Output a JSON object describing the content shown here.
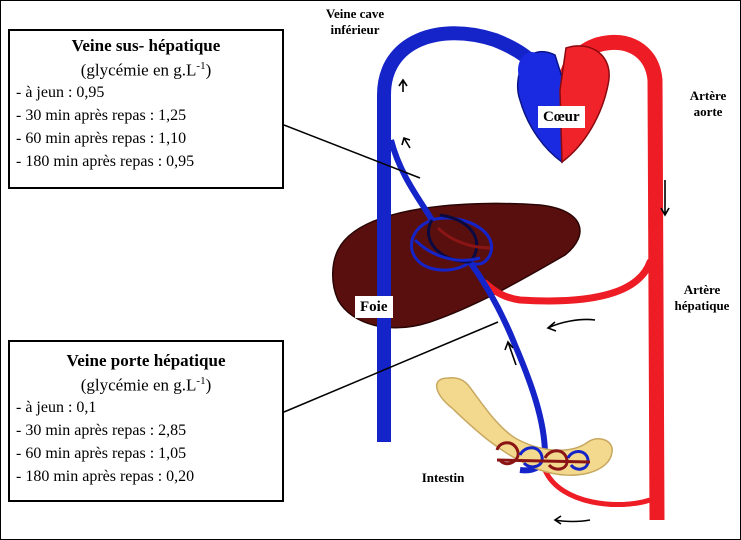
{
  "box_sus_hepatique": {
    "title": "Veine sus- hépatique",
    "subtitle": "(glycémie en g.L",
    "unit_exp": "-1",
    "subtitle_end": ")",
    "rows": [
      "- à jeun : 0,95",
      "- 30 min après repas : 1,25",
      "- 60 min après repas : 1,10",
      "- 180 min après repas : 0,95"
    ]
  },
  "box_porte_hepatique": {
    "title": "Veine porte hépatique",
    "subtitle": "(glycémie en g.L",
    "unit_exp": "-1",
    "subtitle_end": ")",
    "rows": [
      "- à jeun : 0,1",
      "- 30 min après repas : 2,85",
      "- 60 min après repas : 1,05",
      "- 180 min après repas : 0,20"
    ]
  },
  "labels": {
    "veine_cave_l1": "Veine cave",
    "veine_cave_l2": "inférieur",
    "coeur": "Cœur",
    "artere_aorte_l1": "Artère",
    "artere_aorte_l2": "aorte",
    "artere_hepatique_l1": "Artère",
    "artere_hepatique_l2": "hépatique",
    "foie": "Foie",
    "intestin": "Intestin"
  },
  "colors": {
    "vein_blue": "#1524c8",
    "artery_red": "#ee1c24",
    "liver_brown": "#5a0f0f",
    "intestine_tan": "#f3d98e",
    "heart_blue": "#1a2ae0",
    "heart_red": "#f0222a"
  }
}
